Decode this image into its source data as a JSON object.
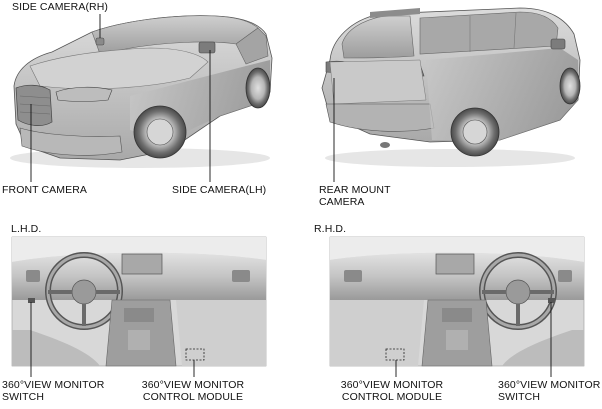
{
  "labels": {
    "side_camera_rh": "SIDE CAMERA(RH)",
    "front_camera": "FRONT CAMERA",
    "side_camera_lh": "SIDE CAMERA(LH)",
    "rear_mount_camera_1": "REAR MOUNT",
    "rear_mount_camera_2": "CAMERA",
    "lhd": "L.H.D.",
    "rhd": "R.H.D.",
    "lhd_switch_1": "360°VIEW MONITOR",
    "lhd_switch_2": "SWITCH",
    "lhd_module_1": "360°VIEW MONITOR",
    "lhd_module_2": "CONTROL MODULE",
    "rhd_module_1": "360°VIEW MONITOR",
    "rhd_module_2": "CONTROL MODULE",
    "rhd_switch_1": "360°VIEW MONITOR",
    "rhd_switch_2": "SWITCH"
  }
}
